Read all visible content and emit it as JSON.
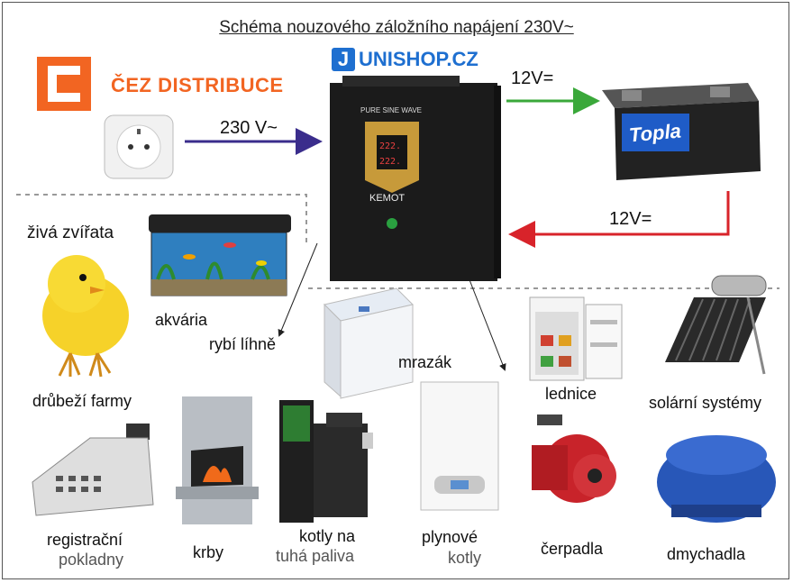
{
  "title": "Schéma nouzového záložního napájení 230V~",
  "logos": {
    "cez": "ČEZ DISTRIBUCE",
    "unishop": "UNISHOP.CZ",
    "brand": "KEMOT",
    "battery_brand": "Topla",
    "inverter_panel": "PURE SINE WAVE"
  },
  "flows": {
    "mains": "230 V~",
    "to_battery": "12V=",
    "from_battery": "12V="
  },
  "devices": [
    {
      "label": "živá zvířata"
    },
    {
      "label": "akvária"
    },
    {
      "label": "rybí líhně"
    },
    {
      "label": "drůbeží farmy"
    },
    {
      "label": "mrazák"
    },
    {
      "label": "lednice"
    },
    {
      "label": "solární systémy"
    },
    {
      "label": "registrační",
      "sub": "pokladny"
    },
    {
      "label": "krby"
    },
    {
      "label": "kotly na",
      "sub": "tuhá paliva"
    },
    {
      "label": "plynové",
      "sub": "kotly"
    },
    {
      "label": "čerpadla"
    },
    {
      "label": "dmychadla"
    }
  ]
}
